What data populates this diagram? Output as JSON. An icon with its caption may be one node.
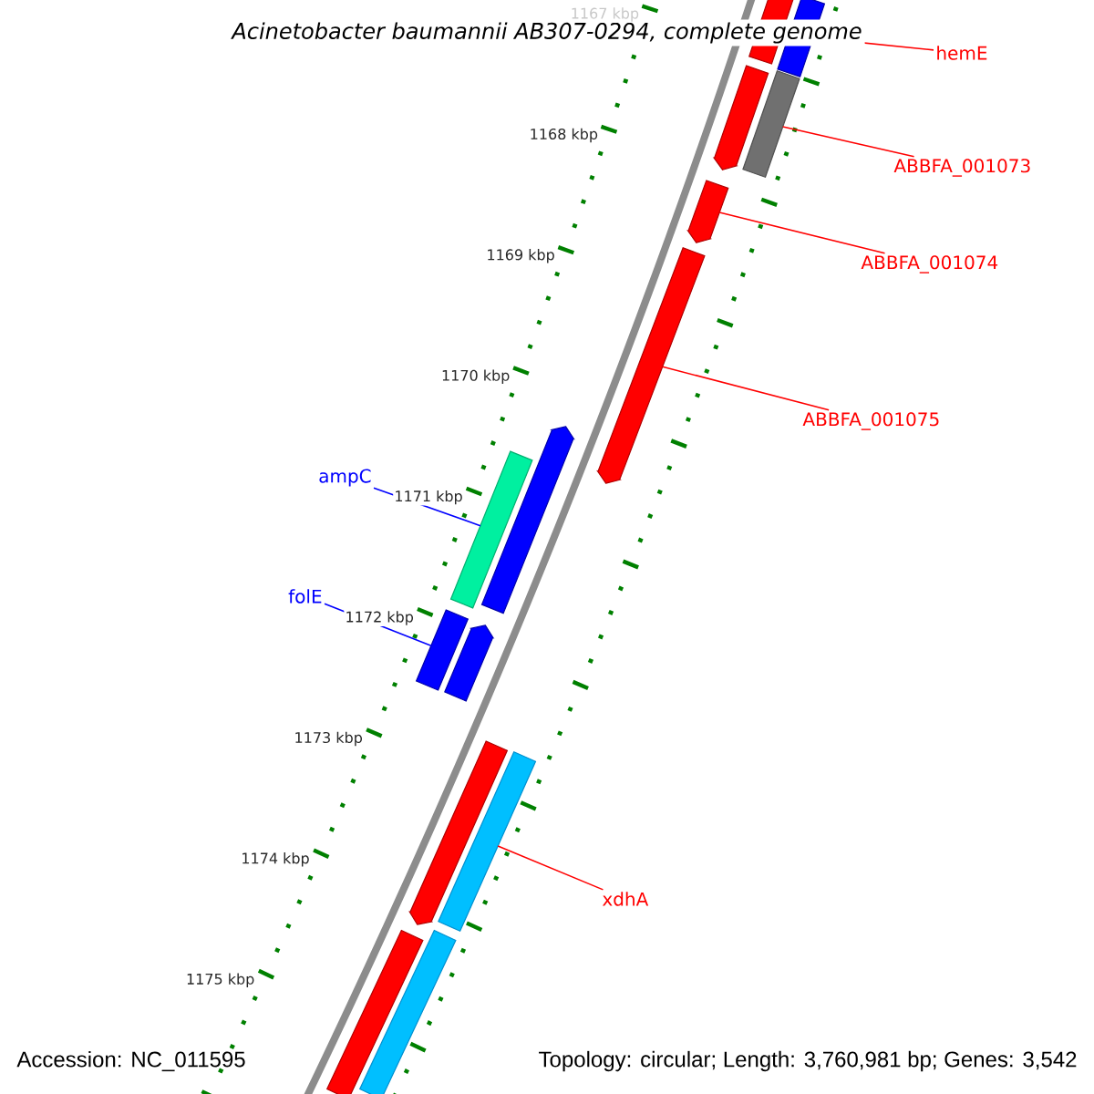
{
  "diagram": {
    "title": "Acinetobacter baumannii AB307-0294, complete genome",
    "nodes": [
      {
        "text": [
          "hemE"
        ]
      },
      {
        "text": [],
        "shape": "bar"
      },
      {
        "text": [],
        "shape": "bar"
      },
      {
        "text": [],
        "shape": "arrow"
      },
      {
        "text": [],
        "shape": "bar"
      },
      {
        "text": [
          "ABBFA_001073"
        ]
      },
      {
        "text": [],
        "shape": "arrow"
      },
      {
        "text": [
          "ABBFA_001074"
        ]
      },
      {
        "text": [],
        "shape": "arrow"
      },
      {
        "text": [
          "ABBFA_001075"
        ]
      },
      {
        "text": [
          "ampC"
        ]
      },
      {
        "text": [],
        "shape": "arrow"
      },
      {
        "text": [],
        "shape": "bar"
      },
      {
        "text": [
          "folE"
        ]
      },
      {
        "text": [],
        "shape": "bar"
      },
      {
        "text": [],
        "shape": "arrow"
      },
      {
        "text": [],
        "shape": "arrow"
      },
      {
        "text": [],
        "shape": "bar"
      },
      {
        "text": [
          "xdhA"
        ]
      },
      {
        "text": [],
        "shape": "bar"
      },
      {
        "text": [],
        "shape": "bar"
      }
    ],
    "edges": [
      {
        "from": 0,
        "to": 1,
        "arrow": "none"
      },
      {
        "from": 5,
        "to": 4,
        "arrow": "none"
      },
      {
        "from": 7,
        "to": 6,
        "arrow": "none"
      },
      {
        "from": 9,
        "to": 8,
        "arrow": "none"
      },
      {
        "from": 10,
        "to": 12,
        "arrow": "none",
        "color": "#0000ff"
      },
      {
        "from": 13,
        "to": 14,
        "arrow": "none",
        "color": "#0000ff"
      },
      {
        "from": 18,
        "to": 17,
        "arrow": "none"
      }
    ],
    "labels": [
      "1167 kbp",
      "1168 kbp",
      "1169 kbp",
      "1170 kbp",
      "1171 kbp",
      "1172 kbp",
      "1173 kbp",
      "1174 kbp",
      "1175 kbp",
      "Accession: NC_011595",
      "Topology: circular; Length: 3,760,981 bp; Genes: 3,542"
    ]
  }
}
